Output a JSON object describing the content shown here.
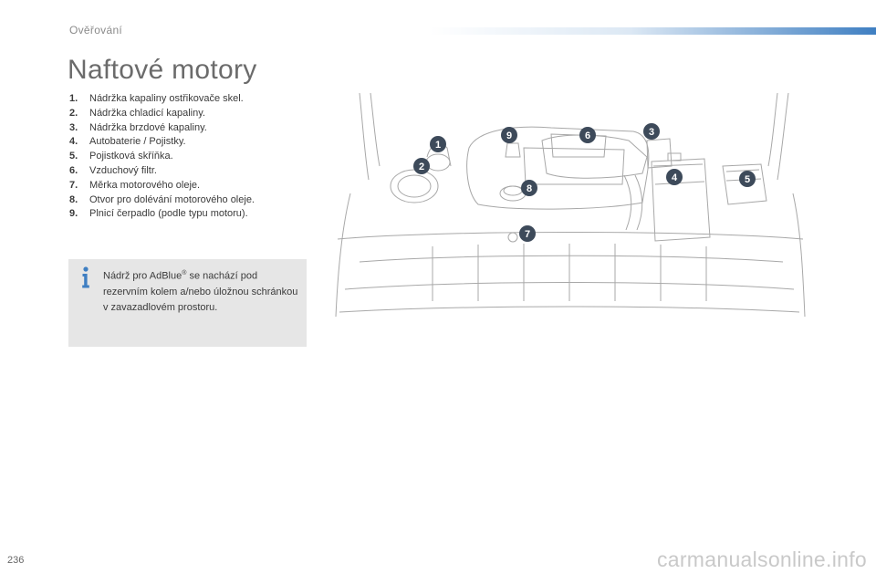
{
  "header": {
    "section": "Ověřování"
  },
  "page": {
    "title": "Naftové motory",
    "number": "236"
  },
  "legend": [
    {
      "num": "1.",
      "text": "Nádržka kapaliny ostřikovače skel."
    },
    {
      "num": "2.",
      "text": "Nádržka chladicí kapaliny."
    },
    {
      "num": "3.",
      "text": "Nádržka brzdové kapaliny."
    },
    {
      "num": "4.",
      "text": "Autobaterie / Pojistky."
    },
    {
      "num": "5.",
      "text": "Pojistková skříňka."
    },
    {
      "num": "6.",
      "text": "Vzduchový filtr."
    },
    {
      "num": "7.",
      "text": "Měrka motorového oleje."
    },
    {
      "num": "8.",
      "text": "Otvor pro dolévání motorového oleje."
    },
    {
      "num": "9.",
      "text": "Plnicí čerpadlo (podle typu motoru)."
    }
  ],
  "info": {
    "icon": "info-icon",
    "text_before": "Nádrž pro AdBlue",
    "superscript": "®",
    "text_after": " se nachází pod rezervním kolem a/nebo úložnou schránkou v zavazadlovém prostoru."
  },
  "diagram": {
    "callouts": [
      "1",
      "2",
      "3",
      "4",
      "5",
      "6",
      "7",
      "8",
      "9"
    ],
    "colors": {
      "callout": "#3d4a5a",
      "lines": "#9a9a9a",
      "accent": "#3f7fc2"
    }
  },
  "watermark": "carmanualsonline.info"
}
